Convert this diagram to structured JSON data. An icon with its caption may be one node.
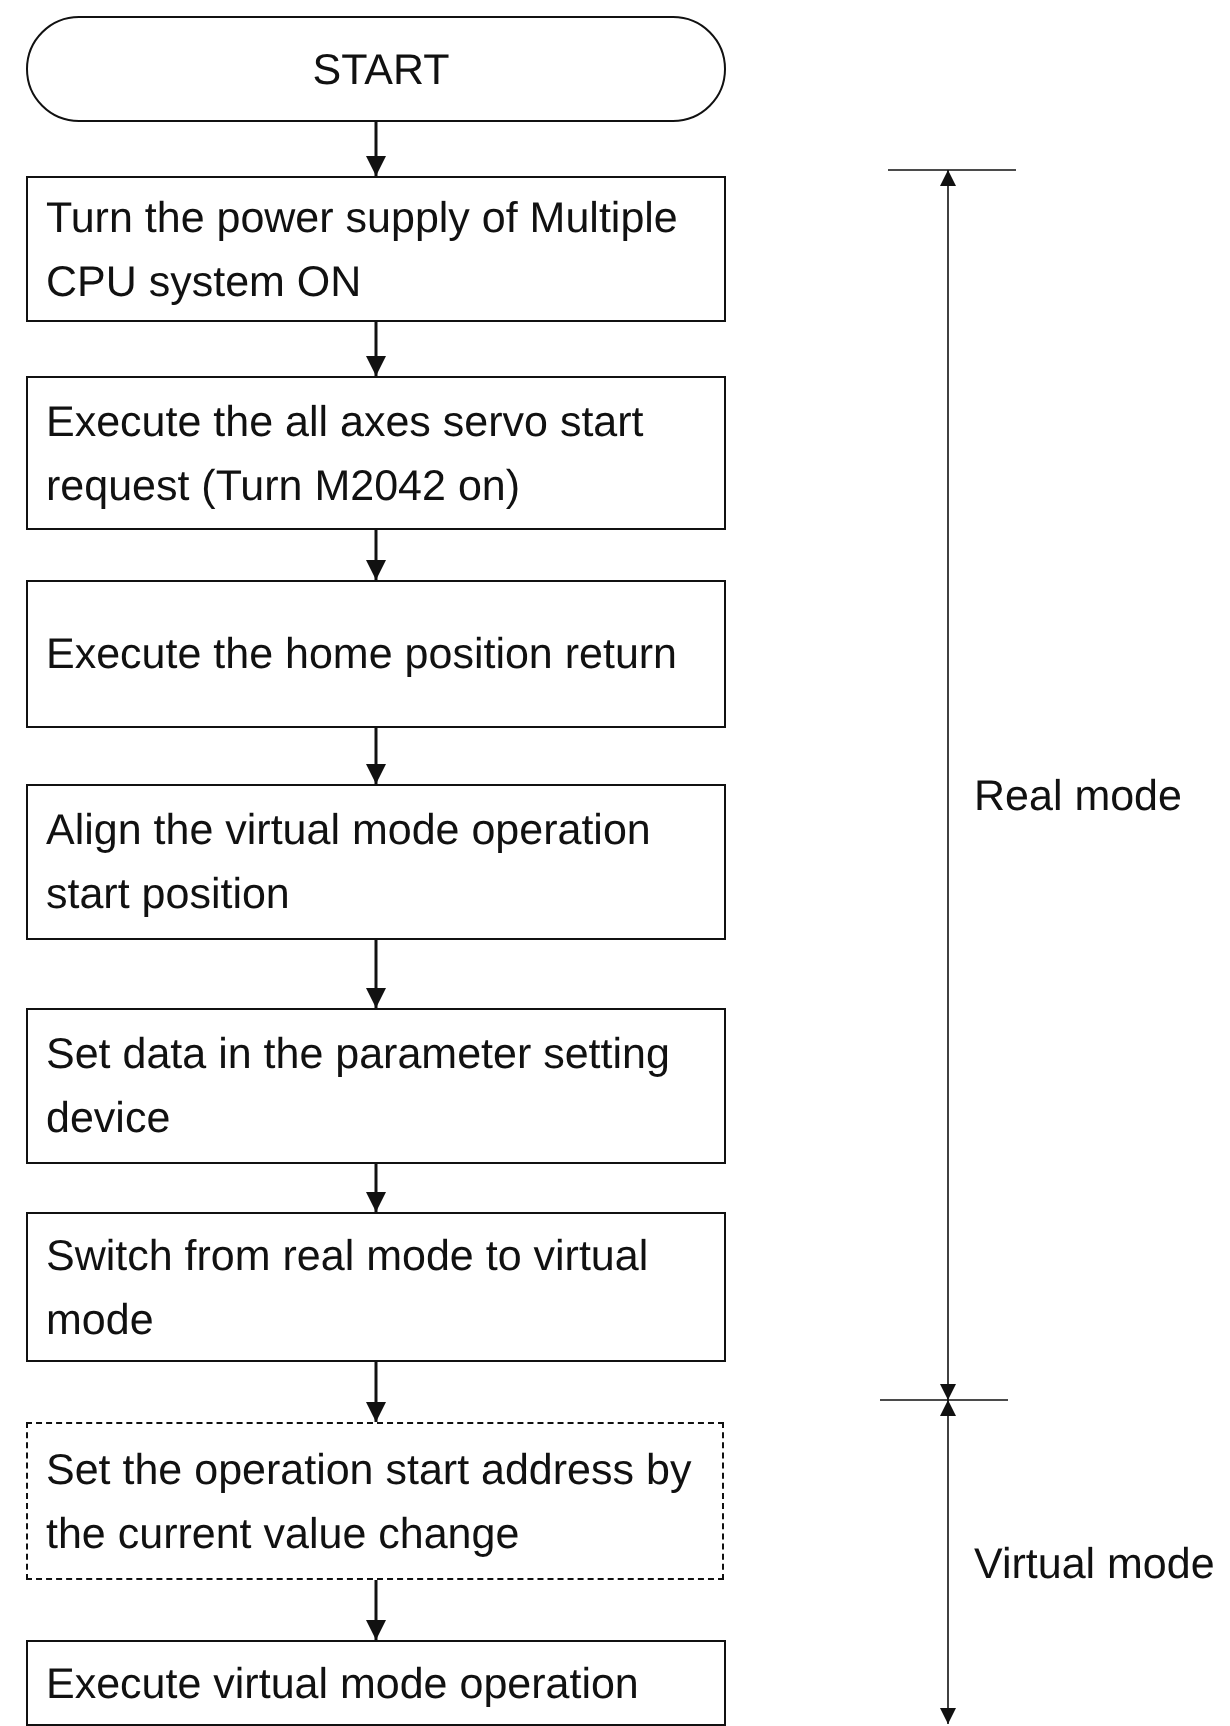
{
  "diagram": {
    "nodes": [
      {
        "text": [
          "START"
        ]
      },
      {
        "text": [
          "Turn the power supply of Multiple CPU system ON"
        ]
      },
      {
        "text": [
          "Execute the all axes servo start request (Turn M2042 on)"
        ]
      },
      {
        "text": [
          "Execute the home position return"
        ]
      },
      {
        "text": [
          "Align the virtual mode operation start position"
        ]
      },
      {
        "text": [
          "Set data in the parameter setting device"
        ]
      },
      {
        "text": [
          "Switch from real mode to virtual mode"
        ]
      },
      {
        "text": [
          "Set the operation start address by the current value change"
        ]
      },
      {
        "text": [
          "Execute virtual mode operation"
        ]
      }
    ],
    "edges": [
      {
        "from": 0,
        "to": 1,
        "arrow": "to"
      },
      {
        "from": 1,
        "to": 2,
        "arrow": "to"
      },
      {
        "from": 2,
        "to": 3,
        "arrow": "to"
      },
      {
        "from": 3,
        "to": 4,
        "arrow": "to"
      },
      {
        "from": 4,
        "to": 5,
        "arrow": "to"
      },
      {
        "from": 5,
        "to": 6,
        "arrow": "to"
      },
      {
        "from": 6,
        "to": 7,
        "arrow": "to"
      },
      {
        "from": 7,
        "to": 8,
        "arrow": "to"
      }
    ],
    "labels": [
      "Real mode",
      "Virtual mode"
    ]
  }
}
